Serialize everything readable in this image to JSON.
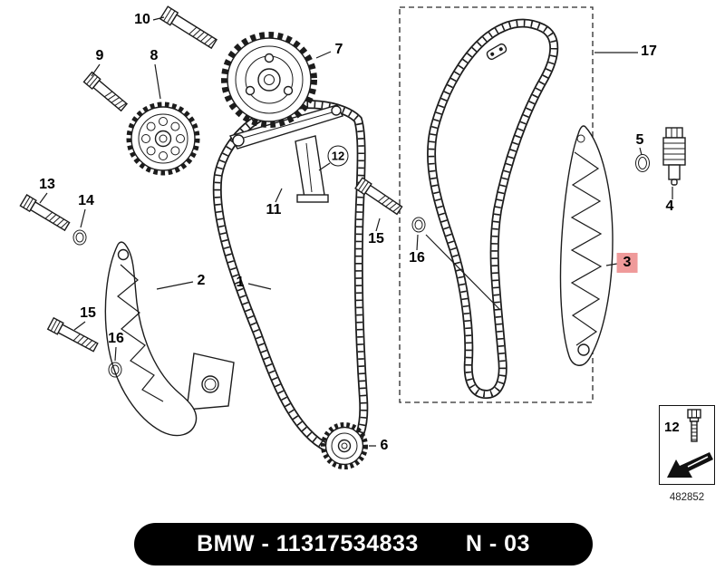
{
  "callouts": {
    "c10": "10",
    "c9": "9",
    "c8": "8",
    "c7": "7",
    "c17": "17",
    "c12_circle": "12",
    "c11": "11",
    "c5": "5",
    "c4": "4",
    "c13": "13",
    "c14": "14",
    "c15_mid": "15",
    "c16_mid": "16",
    "c2": "2",
    "c1": "1",
    "c3": "3",
    "c15_low": "15",
    "c16_low": "16",
    "c6": "6"
  },
  "corner_box": {
    "label": "12",
    "doc_number": "482852"
  },
  "footer": {
    "left": "BMW - 11317534833",
    "right": "N - 03"
  },
  "colors": {
    "highlight_bg": "#ef9a9a",
    "line": "#1c1c1c",
    "footer_bg": "#000000",
    "footer_text": "#ffffff"
  }
}
